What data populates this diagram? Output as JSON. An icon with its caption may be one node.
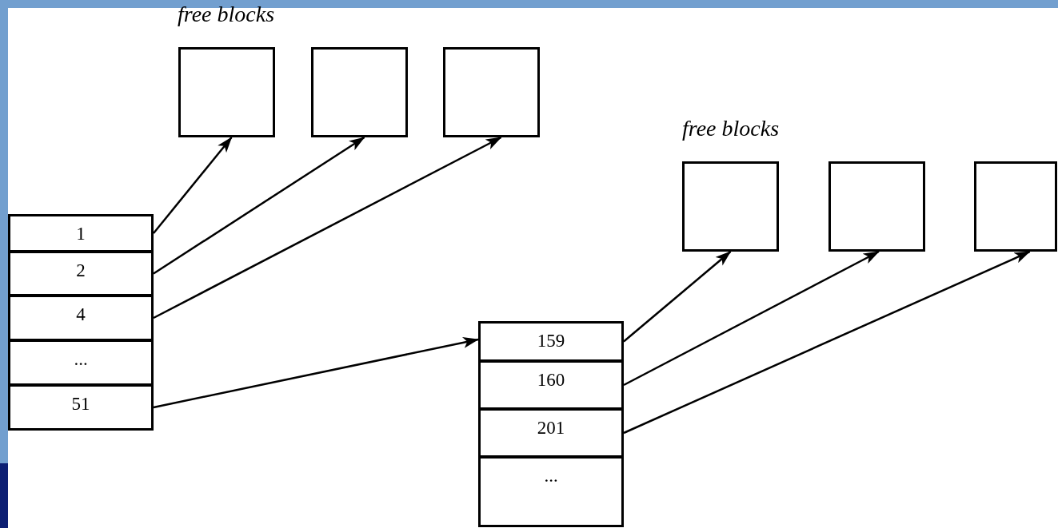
{
  "diagram": {
    "nodes": [
      {
        "text": [
          "1"
        ]
      },
      {
        "text": [
          "2"
        ]
      },
      {
        "text": [
          "4"
        ]
      },
      {
        "text": [
          "..."
        ]
      },
      {
        "text": [
          "51"
        ]
      },
      {
        "text": [
          "159"
        ]
      },
      {
        "text": [
          "160"
        ]
      },
      {
        "text": [
          "201"
        ]
      },
      {
        "text": [
          "..."
        ]
      },
      {
        "text": [],
        "shape": "box"
      },
      {
        "text": [],
        "shape": "box"
      },
      {
        "text": [],
        "shape": "box"
      },
      {
        "text": [],
        "shape": "box"
      },
      {
        "text": [],
        "shape": "box"
      },
      {
        "text": [],
        "shape": "box"
      }
    ],
    "edges": [
      {
        "from": 0,
        "to": 9,
        "arrow": "to"
      },
      {
        "from": 1,
        "to": 10,
        "arrow": "to"
      },
      {
        "from": 2,
        "to": 11,
        "arrow": "to"
      },
      {
        "from": 4,
        "to": 5,
        "arrow": "to"
      },
      {
        "from": 5,
        "to": 12,
        "arrow": "to"
      },
      {
        "from": 6,
        "to": 13,
        "arrow": "to"
      },
      {
        "from": 7,
        "to": 14,
        "arrow": "to"
      }
    ],
    "labels": [
      "free blocks",
      "free blocks"
    ]
  }
}
